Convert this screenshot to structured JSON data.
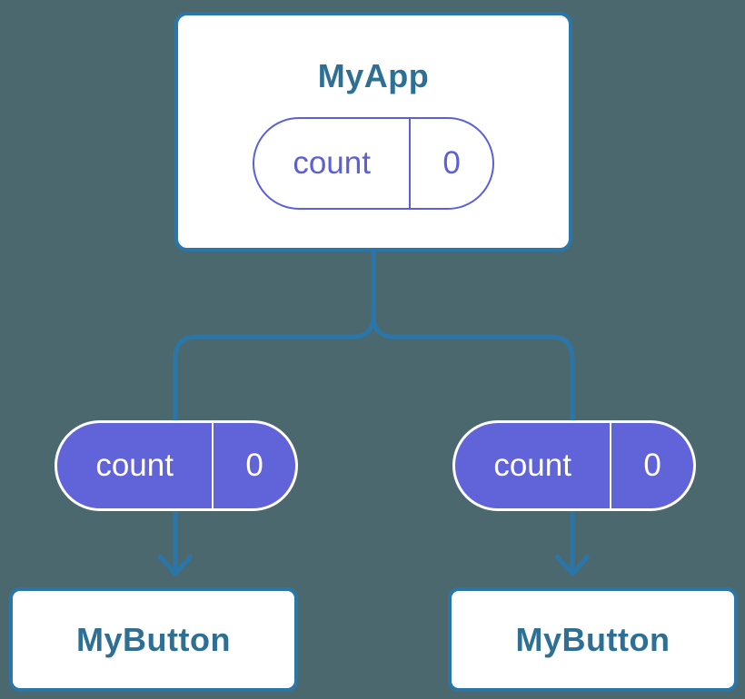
{
  "colors": {
    "background": "#4c686f",
    "stroke_blue": "#2b76a9",
    "heading": "#2e6f94",
    "card_bg": "#ffffff",
    "purple_fill": "#6163d8",
    "purple_stroke": "#5c5fd6",
    "white": "#ffffff"
  },
  "diagram": {
    "root": {
      "title": "MyApp",
      "pill_style": "outlined",
      "state": {
        "label": "count",
        "value": "0"
      }
    },
    "children": [
      {
        "title": "MyButton",
        "pill_style": "filled",
        "state": {
          "label": "count",
          "value": "0"
        }
      },
      {
        "title": "MyButton",
        "pill_style": "filled",
        "state": {
          "label": "count",
          "value": "0"
        }
      }
    ]
  }
}
